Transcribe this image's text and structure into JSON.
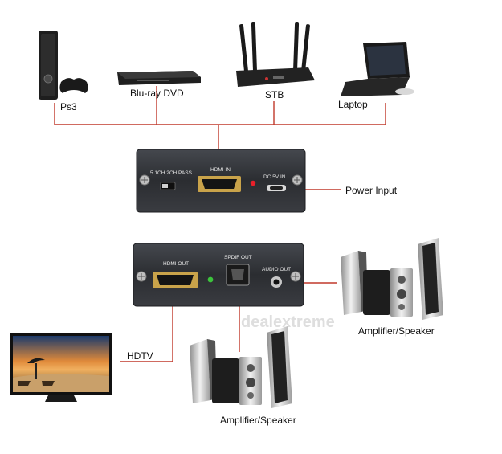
{
  "sources": [
    {
      "name": "ps3",
      "label": "Ps3"
    },
    {
      "name": "bluray",
      "label": "Blu-ray DVD"
    },
    {
      "name": "stb",
      "label": "STB"
    },
    {
      "name": "laptop",
      "label": "Laptop"
    }
  ],
  "front_panel": {
    "switch_label": "5.1CH  2CH PASS",
    "hdmi_in_label": "HDMI IN",
    "dc_label": "DC 5V IN"
  },
  "back_panel": {
    "hdmi_out_label": "HDMI OUT",
    "spdif_label": "SPDIF OUT",
    "audio_out_label": "AUDIO OUT"
  },
  "labels": {
    "power_input": "Power Input",
    "hdtv": "HDTV",
    "amp_right": "Amplifier/Speaker",
    "amp_bottom": "Amplifier/Speaker"
  },
  "watermark": "dealextreme",
  "colors": {
    "line": "#c0392b",
    "panel": "#2b2d31",
    "led_red": "#e8202a",
    "led_green": "#3cc43c"
  }
}
